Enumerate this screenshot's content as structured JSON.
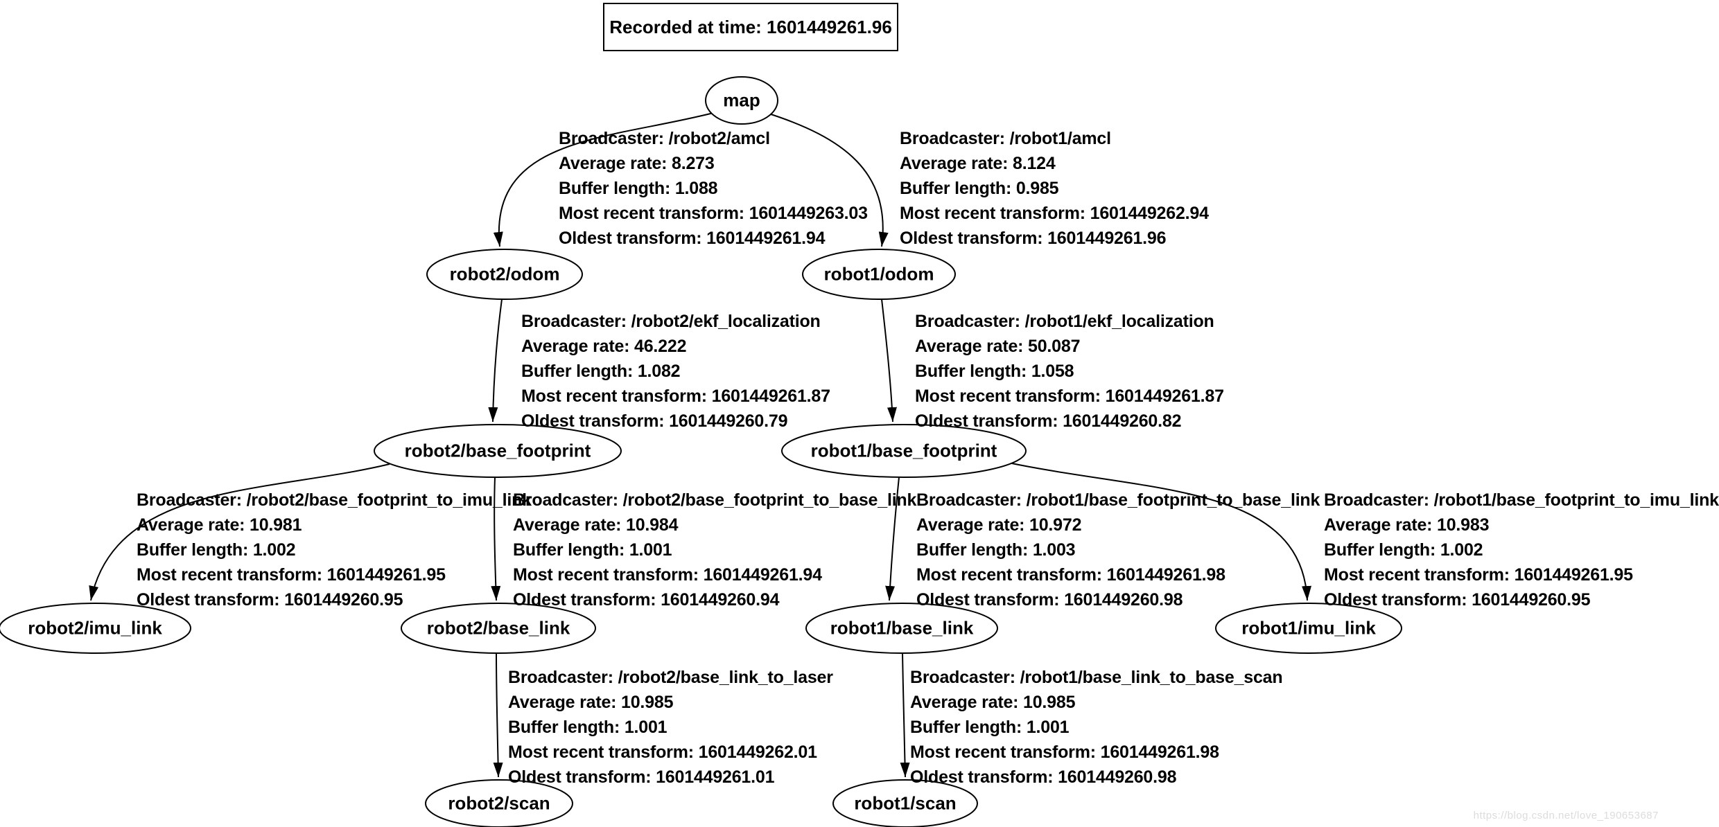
{
  "title": {
    "recorded_text": "Recorded at time: 1601449261.96"
  },
  "nodes": {
    "map": "map",
    "robot2_odom": "robot2/odom",
    "robot1_odom": "robot1/odom",
    "robot2_base_footprint": "robot2/base_footprint",
    "robot1_base_footprint": "robot1/base_footprint",
    "robot2_imu_link": "robot2/imu_link",
    "robot2_base_link": "robot2/base_link",
    "robot1_base_link": "robot1/base_link",
    "robot1_imu_link": "robot1/imu_link",
    "robot2_scan": "robot2/scan",
    "robot1_scan": "robot1/scan"
  },
  "edges": {
    "map_to_robot2_odom": {
      "from": "map",
      "to": "robot2/odom",
      "lines": [
        "Broadcaster: /robot2/amcl",
        "Average rate: 8.273",
        "Buffer length: 1.088",
        "Most recent transform: 1601449263.03",
        "Oldest transform: 1601449261.94"
      ]
    },
    "map_to_robot1_odom": {
      "from": "map",
      "to": "robot1/odom",
      "lines": [
        "Broadcaster: /robot1/amcl",
        "Average rate: 8.124",
        "Buffer length: 0.985",
        "Most recent transform: 1601449262.94",
        "Oldest transform: 1601449261.96"
      ]
    },
    "robot2_odom_to_base_footprint": {
      "from": "robot2/odom",
      "to": "robot2/base_footprint",
      "lines": [
        "Broadcaster: /robot2/ekf_localization",
        "Average rate: 46.222",
        "Buffer length: 1.082",
        "Most recent transform: 1601449261.87",
        "Oldest transform: 1601449260.79"
      ]
    },
    "robot1_odom_to_base_footprint": {
      "from": "robot1/odom",
      "to": "robot1/base_footprint",
      "lines": [
        "Broadcaster: /robot1/ekf_localization",
        "Average rate: 50.087",
        "Buffer length: 1.058",
        "Most recent transform: 1601449261.87",
        "Oldest transform: 1601449260.82"
      ]
    },
    "robot2_base_footprint_to_imu_link": {
      "from": "robot2/base_footprint",
      "to": "robot2/imu_link",
      "lines": [
        "Broadcaster: /robot2/base_footprint_to_imu_link",
        "Average rate: 10.981",
        "Buffer length: 1.002",
        "Most recent transform: 1601449261.95",
        "Oldest transform: 1601449260.95"
      ]
    },
    "robot2_base_footprint_to_base_link": {
      "from": "robot2/base_footprint",
      "to": "robot2/base_link",
      "lines": [
        "Broadcaster: /robot2/base_footprint_to_base_link",
        "Average rate: 10.984",
        "Buffer length: 1.001",
        "Most recent transform: 1601449261.94",
        "Oldest transform: 1601449260.94"
      ]
    },
    "robot1_base_footprint_to_base_link": {
      "from": "robot1/base_footprint",
      "to": "robot1/base_link",
      "lines": [
        "Broadcaster: /robot1/base_footprint_to_base_link",
        "Average rate: 10.972",
        "Buffer length: 1.003",
        "Most recent transform: 1601449261.98",
        "Oldest transform: 1601449260.98"
      ]
    },
    "robot1_base_footprint_to_imu_link": {
      "from": "robot1/base_footprint",
      "to": "robot1/imu_link",
      "lines": [
        "Broadcaster: /robot1/base_footprint_to_imu_link",
        "Average rate: 10.983",
        "Buffer length: 1.002",
        "Most recent transform: 1601449261.95",
        "Oldest transform: 1601449260.95"
      ]
    },
    "robot2_base_link_to_scan": {
      "from": "robot2/base_link",
      "to": "robot2/scan",
      "lines": [
        "Broadcaster: /robot2/base_link_to_laser",
        "Average rate: 10.985",
        "Buffer length: 1.001",
        "Most recent transform: 1601449262.01",
        "Oldest transform: 1601449261.01"
      ]
    },
    "robot1_base_link_to_scan": {
      "from": "robot1/base_link",
      "to": "robot1/scan",
      "lines": [
        "Broadcaster: /robot1/base_link_to_base_scan",
        "Average rate: 10.985",
        "Buffer length: 1.001",
        "Most recent transform: 1601449261.98",
        "Oldest transform: 1601449260.98"
      ]
    }
  },
  "watermark": "https://blog.csdn.net/love_190653687",
  "colors": {
    "background": "#ffffff",
    "line": "#000000",
    "text": "#000000",
    "watermark": "#dcdcdc"
  }
}
